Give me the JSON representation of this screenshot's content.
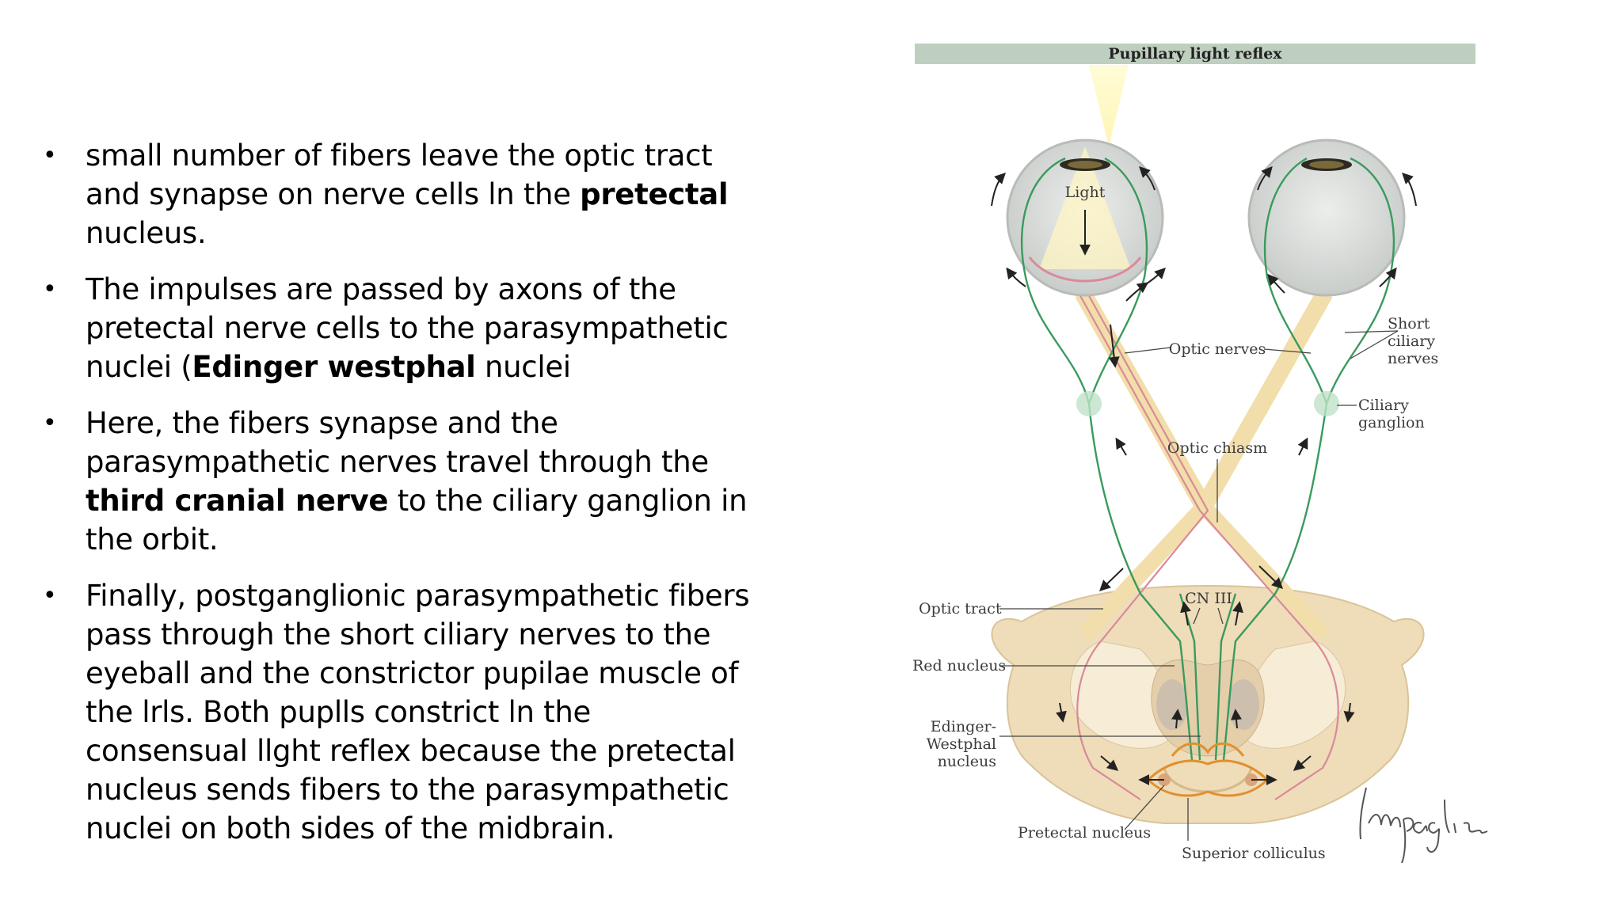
{
  "bullets": [
    {
      "runs": [
        {
          "text": "small  number of  fibers  leave  the  optic"
        },
        {
          "text": " tract  and  synapse  on  nerve cells  ln  the "
        },
        {
          "text": "pretectal",
          "bold": true
        },
        {
          "text": "  nucleus."
        }
      ]
    },
    {
      "runs": [
        {
          "text": " The  impulses  are  passed  by  axons of  the pretectal  nerve  cells  to  the parasympathetic nuclei  ("
        },
        {
          "text": "Edinger westphal",
          "bold": true
        },
        {
          "text": " nuclei"
        }
      ]
    },
    {
      "runs": [
        {
          "text": "Here,  the  fibers  synapse  and  the parasympathetic  nerves travel through the "
        },
        {
          "text": "third  cranial nerve",
          "bold": true
        },
        {
          "text": "  to  the  ciliary ganglion in  the  orbit."
        }
      ]
    },
    {
      "runs": [
        {
          "text": " Finally,  postganglionic  parasympathetic fibers  pass  through  the  short ciliary nerves to  the  eyeball  and  the constrictor pupilae muscle  of the  lrls.  Both  puplls  constrict  ln the consensual  llght  reflex  because  the pretectal  nucleus sends  fibers  to  the parasympathetic  nuclei  on  both sides  of the  midbrain."
        }
      ]
    }
  ],
  "figure": {
    "title": "Pupillary light reflex",
    "labels": {
      "light": "Light",
      "optic_nerves": "Optic nerves",
      "short_ciliary_1": "Short",
      "short_ciliary_2": "ciliary",
      "short_ciliary_3": "nerves",
      "ciliary_ganglion_1": "Ciliary",
      "ciliary_ganglion_2": "ganglion",
      "optic_chiasm": "Optic chiasm",
      "cn3": "CN III",
      "optic_tract": "Optic tract",
      "red_nucleus": "Red nucleus",
      "ew_1": "Edinger-",
      "ew_2": "Westphal",
      "ew_3": "nucleus",
      "pretectal": "Pretectal nucleus",
      "superior_colliculus": "Superior colliculus"
    },
    "signature": "Impagliazzo",
    "colors": {
      "title_bar": "#bfcfbf",
      "nerve": "#f2deaa",
      "parasympathetic": "#3a9a5e",
      "afferent": "#d98a9a",
      "nucleus": "#e0902e",
      "brainstem": "#efdcb8"
    }
  }
}
